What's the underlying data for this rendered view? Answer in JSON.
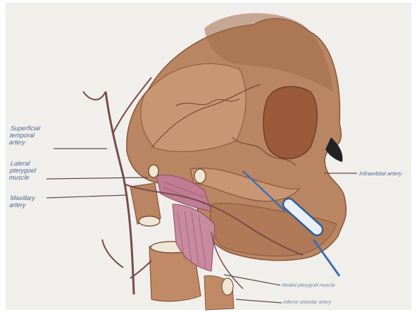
{
  "labels": {
    "superficial_temporal_l1": "Superficial",
    "superficial_temporal_l2": "temporal",
    "superficial_temporal_l3": "artery",
    "lateral_pterygoid_l1": "Lateral",
    "lateral_pterygoid_l2": "pterygoid",
    "lateral_pterygoid_l3": "muscle",
    "maxillary_l1": "Maxillary",
    "maxillary_l2": "artery",
    "infraorbital": "Infraorbital artery",
    "medial_pterygoid": "Medial pterygoid muscle",
    "inferior_alveolar": "Inferior alveolar artery"
  },
  "colors": {
    "paper": "#f1efec",
    "bone": "#b98562",
    "bone_dark": "#8a5638",
    "orbit": "#9b5a3a",
    "muscle": "#c07c93",
    "vessel": "#7a4a4c",
    "label": "#4d6690",
    "line": "#5c4a48",
    "needle": "#3b6fb0"
  }
}
